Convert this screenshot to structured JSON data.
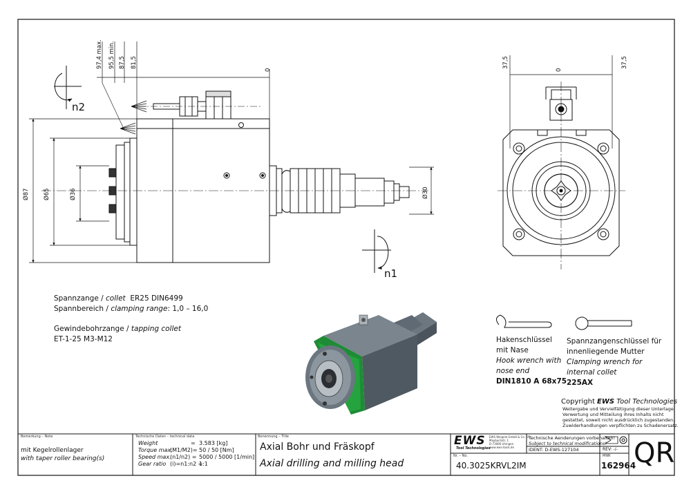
{
  "dimensions": {
    "top_left": [
      "97,4 max.",
      "95,5 min.",
      "87,5",
      "81,5",
      "0"
    ],
    "left_diam": [
      "Ø87",
      "Ø65",
      "Ø36"
    ],
    "right_diam": "Ø30",
    "right_view": [
      "37,5",
      "0",
      "37,5"
    ]
  },
  "rotation_labels": {
    "n2": "n2",
    "n1": "n1"
  },
  "notes": {
    "collet_de": "Spannzange /",
    "collet_en": "collet",
    "collet_spec": "ER25    DIN6499",
    "range_de": "Spannbereich /",
    "range_en": "clamping range",
    "range_val": ": 1,0 – 16,0",
    "tapping_de": "Gewindebohrzange /",
    "tapping_en": "tapping collet",
    "tapping_spec": "ET-1-25   M3-M12"
  },
  "wrench_hook": {
    "de": [
      "Hakenschlüssel",
      "mit Nase"
    ],
    "en": [
      "Hook wrench with",
      "nose end"
    ],
    "spec": "DIN1810 A 68x75"
  },
  "wrench_clamp": {
    "de": [
      "Spannzangenschlüssel für",
      "innenliegende Mutter"
    ],
    "en": [
      "Clamping wrench for",
      "internal collet"
    ],
    "spec": "225AX"
  },
  "copyright": {
    "prefix": "Copyright ",
    "brand": "EWS",
    "suffix": " Tool Technologies",
    "lines": [
      "Weitergabe und Vervielfältigung dieser Unterlage,",
      "Verwertung und Mitteilung ihres Inhalts nicht",
      "gestattet, soweit nicht ausdrücklich zugestanden.",
      "Zuwiderhandlungen verpflichten zu Schadenersatz."
    ]
  },
  "title_block": {
    "remark_head": "Bemerkung – Note",
    "remark_de": "mit Kegelrollenlager",
    "remark_en": "with taper roller bearing(s)",
    "tech_head": "Technische Daten – technical data",
    "tech_rows": [
      {
        "label": "Weight",
        "mid": "=",
        "value": "3.583 [kg]"
      },
      {
        "label": "Torque max.",
        "mid": "(M1/M2)=",
        "value": "50 / 50 [Nm]"
      },
      {
        "label": "Speed max.",
        "mid": "(n1/n2) =",
        "value": "5000 / 5000 [1/min]"
      },
      {
        "label": "Gear ratio",
        "mid": "(i)=n1:n2 =",
        "value": "1:1"
      }
    ],
    "title_head": "Benennung – Title",
    "title_de": "Axial Bohr und Fräskopf",
    "title_en": "Axial drilling and milling head",
    "logo": "EWS",
    "logo_sub": "Tool Technologies",
    "company_lines": [
      "EWS Weigele GmbH & Co. KG",
      "Maybachstr. 1",
      "D-73066 Uhingen",
      "www.ews-tools.de"
    ],
    "changes_de": "Technische Aenderungen vorbehalten!",
    "changes_en": "Subject to technical modifications!",
    "ident": "IDENT:  D-EWS-127104",
    "rev": "REV:   -/-",
    "nr_head": "Nr. – No.",
    "part_no": "40.3025KRVL2IM",
    "mnr_head": "MNR",
    "mnr": "162964",
    "qr": "QR"
  },
  "colors": {
    "accent_green": "#1e8c35",
    "body_gray": "#5a6570",
    "line": "#111111"
  }
}
